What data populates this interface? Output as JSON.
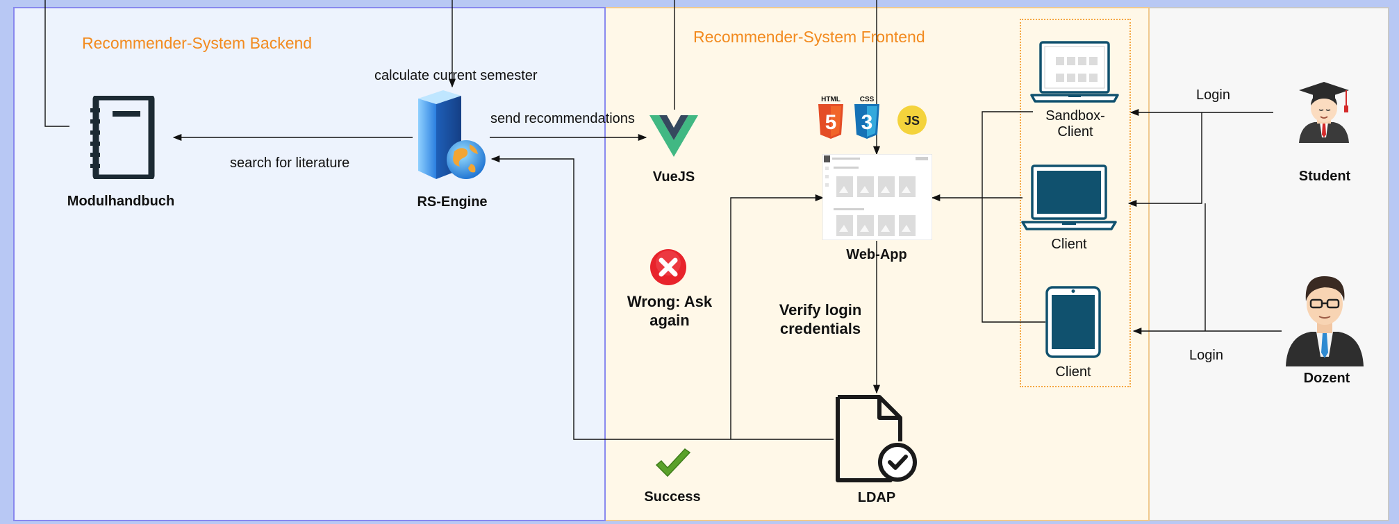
{
  "zones": {
    "backend": "Recommender-System Backend",
    "frontend": "Recommender-System Frontend"
  },
  "nodes": {
    "modulhandbuch": "Modulhandbuch",
    "rs_engine": "RS-Engine",
    "vuejs": "VueJS",
    "webapp": "Web-App",
    "wrong_line1": "Wrong: Ask",
    "wrong_line2": "again",
    "success": "Success",
    "ldap": "LDAP",
    "sandbox_line1": "Sandbox-",
    "sandbox_line2": "Client",
    "client_laptop": "Client",
    "client_tablet": "Client",
    "student": "Student",
    "dozent": "Dozent"
  },
  "edges": {
    "calculate": "calculate current semester",
    "send": "send recommendations",
    "search": "search for literature",
    "verify_line1": "Verify login",
    "verify_line2": "credentials",
    "login_student": "Login",
    "login_dozent": "Login"
  },
  "badges": {
    "html": "HTML",
    "html_num": "5",
    "css": "CSS",
    "css_num": "3",
    "js": "JS"
  },
  "colors": {
    "backend_fill": "#edf3fd",
    "backend_border": "#8888ee",
    "frontend_fill": "#fff8e8",
    "accent_orange": "#f28a1e",
    "device_blue": "#10516e",
    "vue_green": "#41b883",
    "vue_dark": "#35495e",
    "error_red": "#e8232b",
    "success_green": "#5aa12a"
  }
}
